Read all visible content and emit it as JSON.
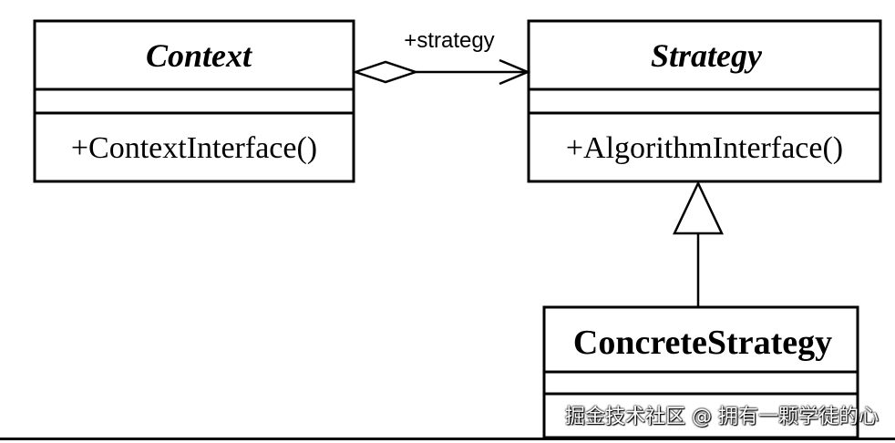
{
  "classes": {
    "context": {
      "name": "Context",
      "method": "+ContextInterface()"
    },
    "strategy": {
      "name": "Strategy",
      "method": "+AlgorithmInterface()"
    },
    "concrete": {
      "name": "ConcreteStrategy"
    }
  },
  "association": {
    "role": "+strategy"
  },
  "watermark": "掘金技术社区 @ 拥有一颗学徒的心"
}
